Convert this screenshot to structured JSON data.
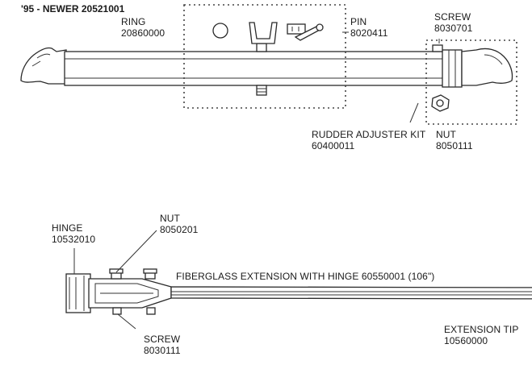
{
  "header": {
    "title": "'95 - NEWER 20521001"
  },
  "top_assembly": {
    "ring": {
      "name": "RING",
      "number": "20860000"
    },
    "pin": {
      "name": "PIN",
      "number": "8020411"
    },
    "screw": {
      "name": "SCREW",
      "number": "8030701"
    },
    "rudder_kit": {
      "name": "RUDDER ADJUSTER KIT",
      "number": "60400011"
    },
    "nut": {
      "name": "NUT",
      "number": "8050111"
    }
  },
  "bottom_assembly": {
    "hinge": {
      "name": "HINGE",
      "number": "10532010"
    },
    "nut": {
      "name": "NUT",
      "number": "8050201"
    },
    "extension": {
      "label": "FIBERGLASS EXTENSION WITH HINGE  60550001  (106\")"
    },
    "screw": {
      "name": "SCREW",
      "number": "8030111"
    },
    "tip": {
      "name": "EXTENSION TIP",
      "number": "10560000"
    }
  }
}
